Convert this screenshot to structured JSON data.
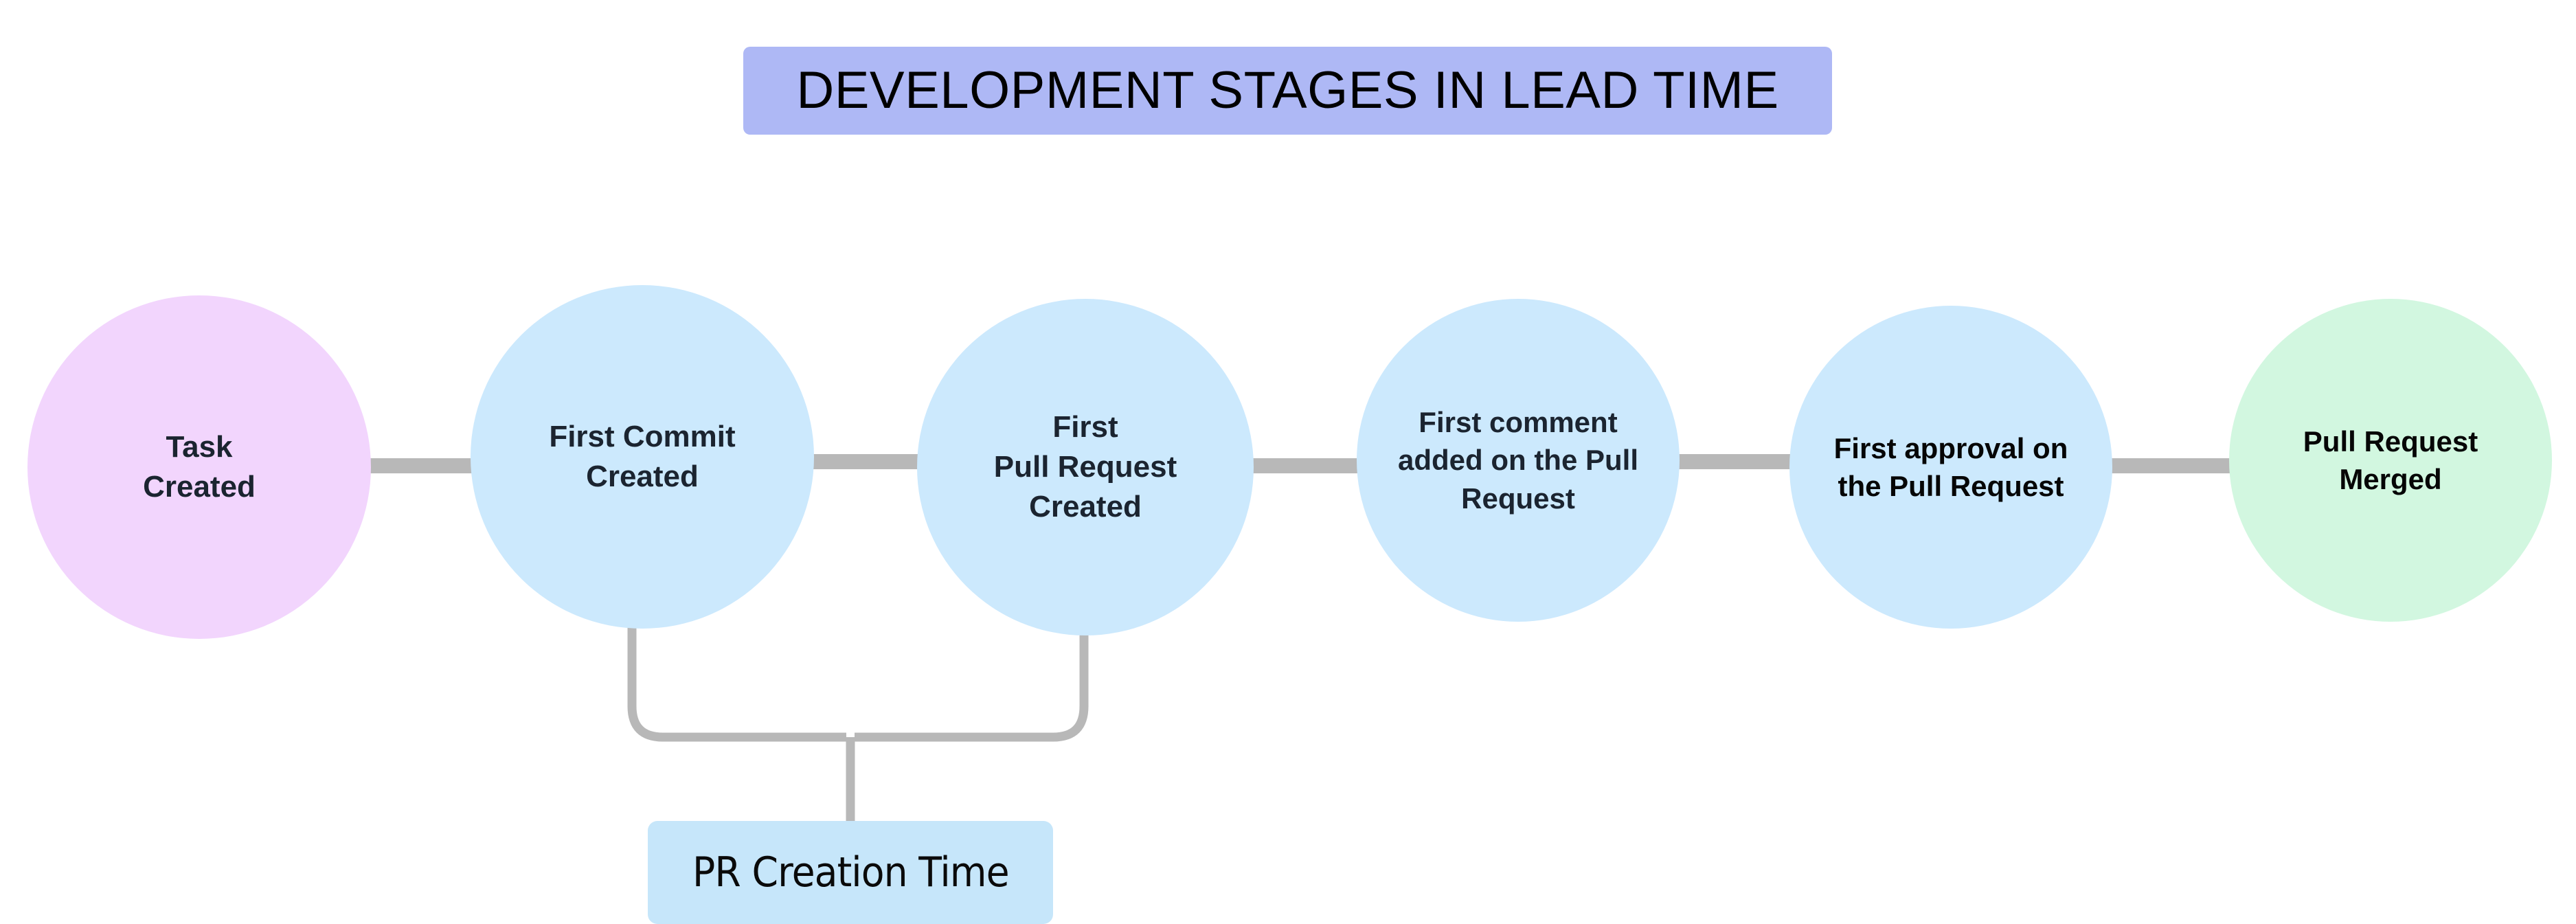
{
  "diagram": {
    "type": "flowchart",
    "orientation": "left-to-right",
    "background_color": "#ffffff",
    "title": {
      "text": "DEVELOPMENT STAGES IN LEAD TIME",
      "background_color": "#aeb8f5",
      "text_color": "#000000"
    },
    "nodes": [
      {
        "id": "task-created",
        "label": "Task\nCreated",
        "shape": "circle",
        "fill": "#f2d5fd",
        "text_color": "#1b2430"
      },
      {
        "id": "first-commit-created",
        "label": "First Commit\nCreated",
        "shape": "circle",
        "fill": "#cce9fd",
        "text_color": "#1b2430"
      },
      {
        "id": "first-pull-request-created",
        "label": "First\nPull Request\nCreated",
        "shape": "circle",
        "fill": "#cce9fd",
        "text_color": "#1b2430"
      },
      {
        "id": "first-comment-added",
        "label": "First comment\nadded on the Pull\nRequest",
        "shape": "circle",
        "fill": "#cce9fd",
        "text_color": "#1b2430"
      },
      {
        "id": "first-approval",
        "label": "First approval on\nthe Pull Request",
        "shape": "circle",
        "fill": "#cce9fd",
        "text_color": "#060606"
      },
      {
        "id": "pull-request-merged",
        "label": "Pull Request\nMerged",
        "shape": "circle",
        "fill": "#d2f7e0",
        "text_color": "#060606"
      }
    ],
    "edges": [
      {
        "from": "task-created",
        "to": "first-commit-created",
        "color": "#b8b8b8"
      },
      {
        "from": "first-commit-created",
        "to": "first-pull-request-created",
        "color": "#b8b8b8"
      },
      {
        "from": "first-pull-request-created",
        "to": "first-comment-added",
        "color": "#b8b8b8"
      },
      {
        "from": "first-comment-added",
        "to": "first-approval",
        "color": "#b8b8b8"
      },
      {
        "from": "first-approval",
        "to": "pull-request-merged",
        "color": "#b8b8b8"
      }
    ],
    "annotations": [
      {
        "id": "pr-creation-time",
        "label": "PR Creation Time",
        "spans_from": "first-commit-created",
        "spans_to": "first-pull-request-created",
        "background_color": "#c6e6fa",
        "text_color": "#0a0a0a",
        "connector_color": "#b8b8b8"
      }
    ]
  }
}
